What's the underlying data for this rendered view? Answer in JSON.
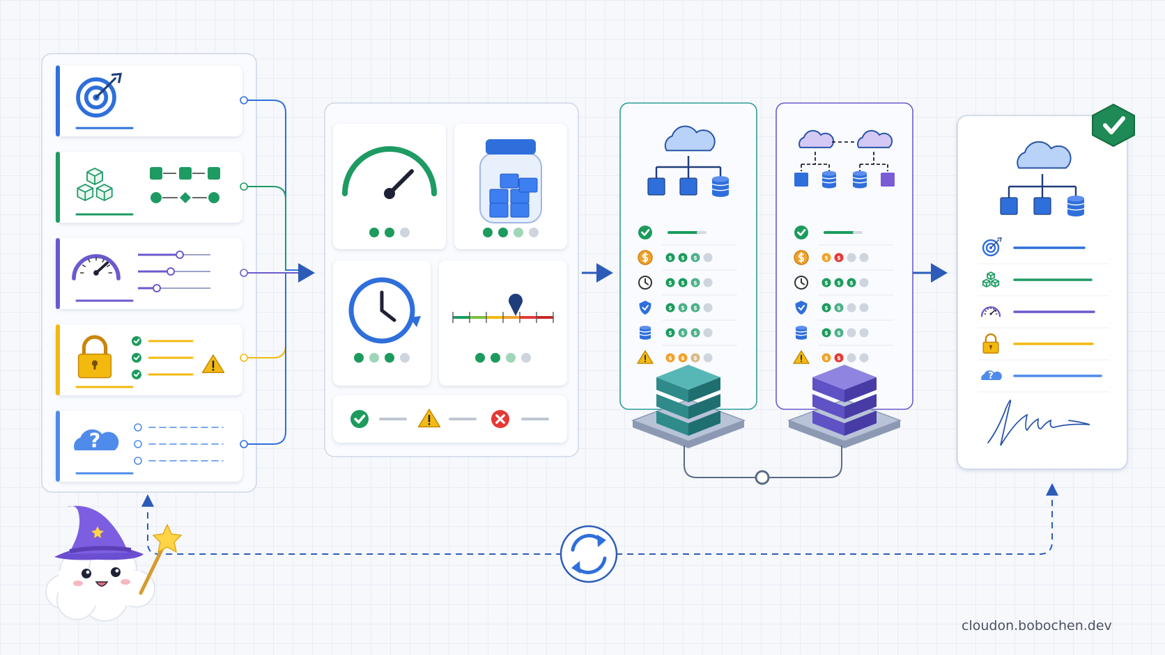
{
  "colors": {
    "blue": "#2f6fdb",
    "green": "#1e9a63",
    "purple": "#6a5acd",
    "amber": "#f2b90f",
    "lightblue": "#4f8bea",
    "teal": "#2f9c9b",
    "navy": "#2854a8",
    "panel_border": "#c9d4e6",
    "success": "#1c9b5c",
    "warning": "#f4bb14",
    "danger": "#e53935",
    "cost": "#f0a22b"
  },
  "requirements": [
    {
      "icon": "target-icon",
      "accent": "#2f6fdb",
      "widget": "underline"
    },
    {
      "icon": "cubes-icon",
      "accent": "#1e9a63",
      "widget": "flow"
    },
    {
      "icon": "gauge-icon",
      "accent": "#6a5acd",
      "widget": "sliders"
    },
    {
      "icon": "lock-icon",
      "accent": "#f2b90f",
      "widget": "checklist"
    },
    {
      "icon": "question-cloud-icon",
      "accent": "#4f8bea",
      "widget": "dashed-options"
    }
  ],
  "analysis": {
    "tiles": [
      {
        "icon": "speedometer-icon",
        "dots": [
          "filled",
          "filled",
          "empty"
        ]
      },
      {
        "icon": "jar-icon",
        "dots": [
          "filled",
          "filled",
          "light",
          "empty"
        ]
      },
      {
        "icon": "clock-icon",
        "dots": [
          "filled",
          "light",
          "filled",
          "empty"
        ]
      },
      {
        "icon": "scale-icon",
        "dots": [
          "filled",
          "filled",
          "light",
          "empty"
        ]
      }
    ],
    "status": [
      "check-icon",
      "warning-icon",
      "error-icon"
    ]
  },
  "options": [
    {
      "name": "option-a",
      "border": "#2f9c9b",
      "rows": [
        {
          "icon": "check-icon",
          "type": "bar"
        },
        {
          "icon": "cost-icon",
          "dots": [
            "green",
            "green",
            "teal",
            "gray"
          ]
        },
        {
          "icon": "clock-icon",
          "dots": [
            "green",
            "green",
            "teal",
            "gray"
          ]
        },
        {
          "icon": "shield-icon",
          "dots": [
            "green",
            "teal",
            "teal",
            "gray"
          ]
        },
        {
          "icon": "database-icon",
          "dots": [
            "green",
            "teal",
            "teal",
            "gray"
          ]
        },
        {
          "icon": "warning-icon",
          "dots": [
            "orange",
            "orange",
            "tan",
            "gray"
          ]
        }
      ]
    },
    {
      "name": "option-b",
      "border": "#6a5acd",
      "rows": [
        {
          "icon": "check-icon",
          "type": "bar"
        },
        {
          "icon": "cost-icon",
          "dots": [
            "orange",
            "red",
            "gray",
            "gray"
          ]
        },
        {
          "icon": "clock-icon",
          "dots": [
            "green",
            "green",
            "green",
            "gray"
          ]
        },
        {
          "icon": "shield-icon",
          "dots": [
            "green",
            "teal",
            "gray",
            "gray"
          ]
        },
        {
          "icon": "database-icon",
          "dots": [
            "green",
            "teal",
            "gray",
            "gray"
          ]
        },
        {
          "icon": "warning-icon",
          "dots": [
            "orange",
            "red",
            "gray",
            "gray"
          ]
        }
      ]
    }
  ],
  "result": {
    "rows": [
      {
        "icon": "target-icon",
        "color": "#2f6fdb"
      },
      {
        "icon": "cubes-icon",
        "color": "#1e9a63"
      },
      {
        "icon": "gauge-icon",
        "color": "#6a5acd"
      },
      {
        "icon": "lock-icon",
        "color": "#f2b90f"
      },
      {
        "icon": "question-cloud-icon",
        "color": "#4f8bea"
      }
    ],
    "badge": "verified-badge-icon"
  },
  "footer": {
    "text": "cloudon.bobochen.dev"
  }
}
